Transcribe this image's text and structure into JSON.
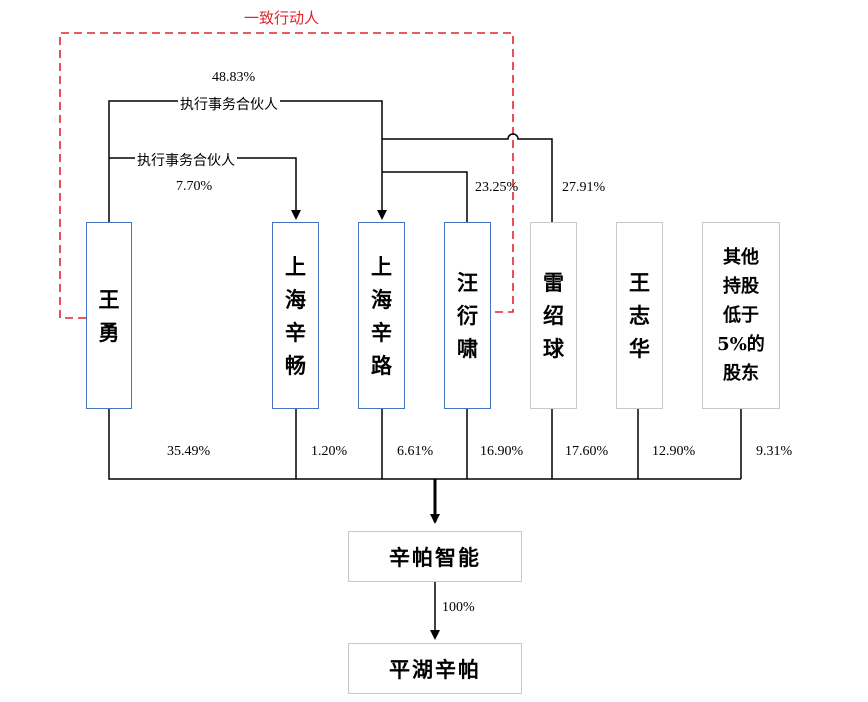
{
  "concert_label": "一致行动人",
  "partner_label_1": "执行事务合伙人",
  "partner_label_2": "执行事务合伙人",
  "pct_wang_xinlu": "48.83%",
  "pct_wang_xinchang": "7.70%",
  "pct_wang_yanxiao_xinlu": "23.25%",
  "pct_lei_xinlu": "27.91%",
  "pct_to_company": [
    "35.49%",
    "1.20%",
    "6.61%",
    "16.90%",
    "17.60%",
    "12.90%",
    "9.31%"
  ],
  "pct_subsidiary": "100%",
  "shareholders": [
    {
      "name": "王勇",
      "chars": [
        "王",
        "勇"
      ]
    },
    {
      "name": "上海辛畅",
      "chars": [
        "上",
        "海",
        "辛",
        "畅"
      ]
    },
    {
      "name": "上海辛路",
      "chars": [
        "上",
        "海",
        "辛",
        "路"
      ]
    },
    {
      "name": "汪衍啸",
      "chars": [
        "汪",
        "衍",
        "啸"
      ]
    },
    {
      "name": "雷绍球",
      "chars": [
        "雷",
        "绍",
        "球"
      ]
    },
    {
      "name": "王志华",
      "chars": [
        "王",
        "志",
        "华"
      ]
    },
    {
      "name": "其他持股低于5%的股东",
      "lines": [
        "其他",
        "持股",
        "低于",
        "5%的",
        "股东"
      ]
    }
  ],
  "company": "辛帕智能",
  "subsidiary": "平湖辛帕",
  "colors": {
    "blue_border": "#4472c4",
    "gray_border": "#c8c8c8",
    "concert_red": "#e0262c"
  }
}
